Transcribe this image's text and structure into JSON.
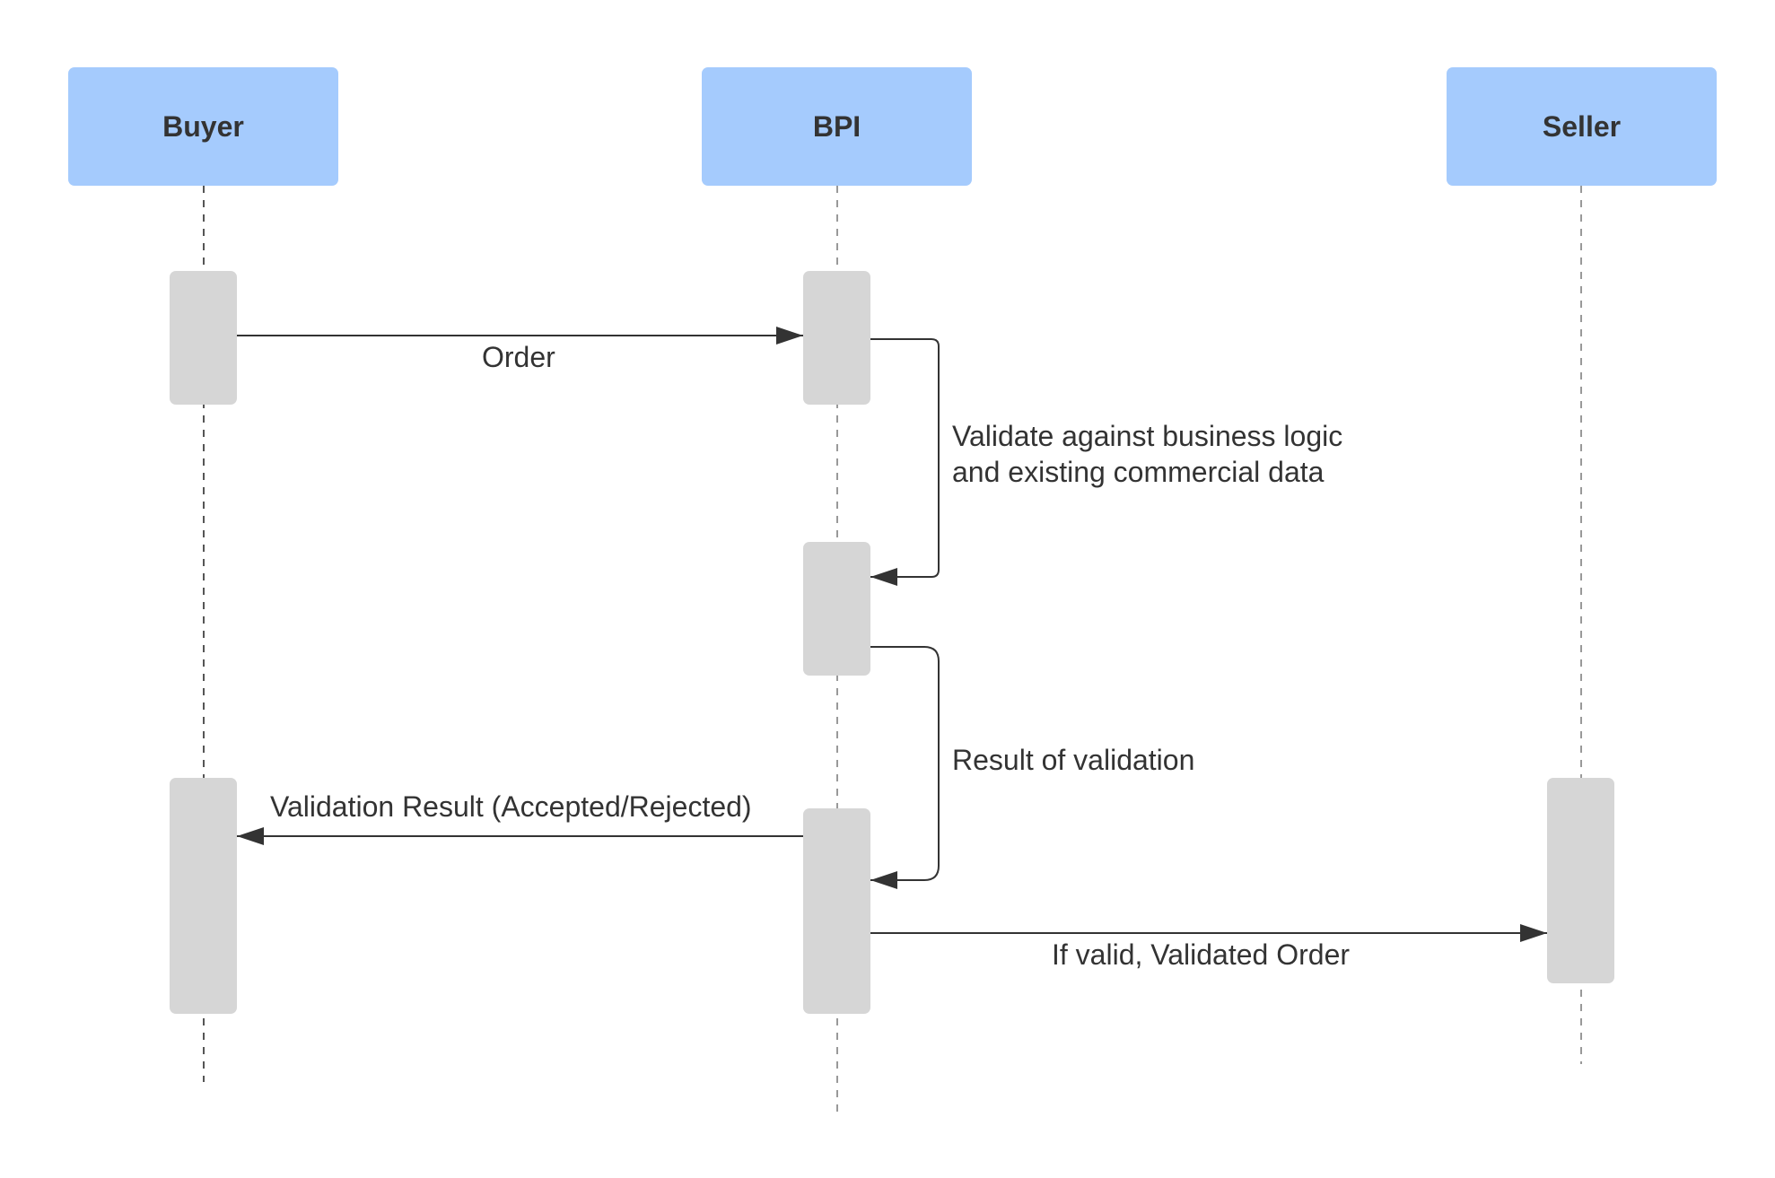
{
  "actors": [
    "Buyer",
    "BPI",
    "Seller"
  ],
  "messages": {
    "order": "Order",
    "validate_line1": "Validate against business logic",
    "validate_line2": "and existing commercial data",
    "result": "Result of validation",
    "validation_result": "Validation Result (Accepted/Rejected)",
    "validated_order": "If valid, Validated Order"
  },
  "colors": {
    "actor_fill": "#a5cbfd",
    "activation_fill": "#d6d6d6",
    "line": "#333333"
  }
}
